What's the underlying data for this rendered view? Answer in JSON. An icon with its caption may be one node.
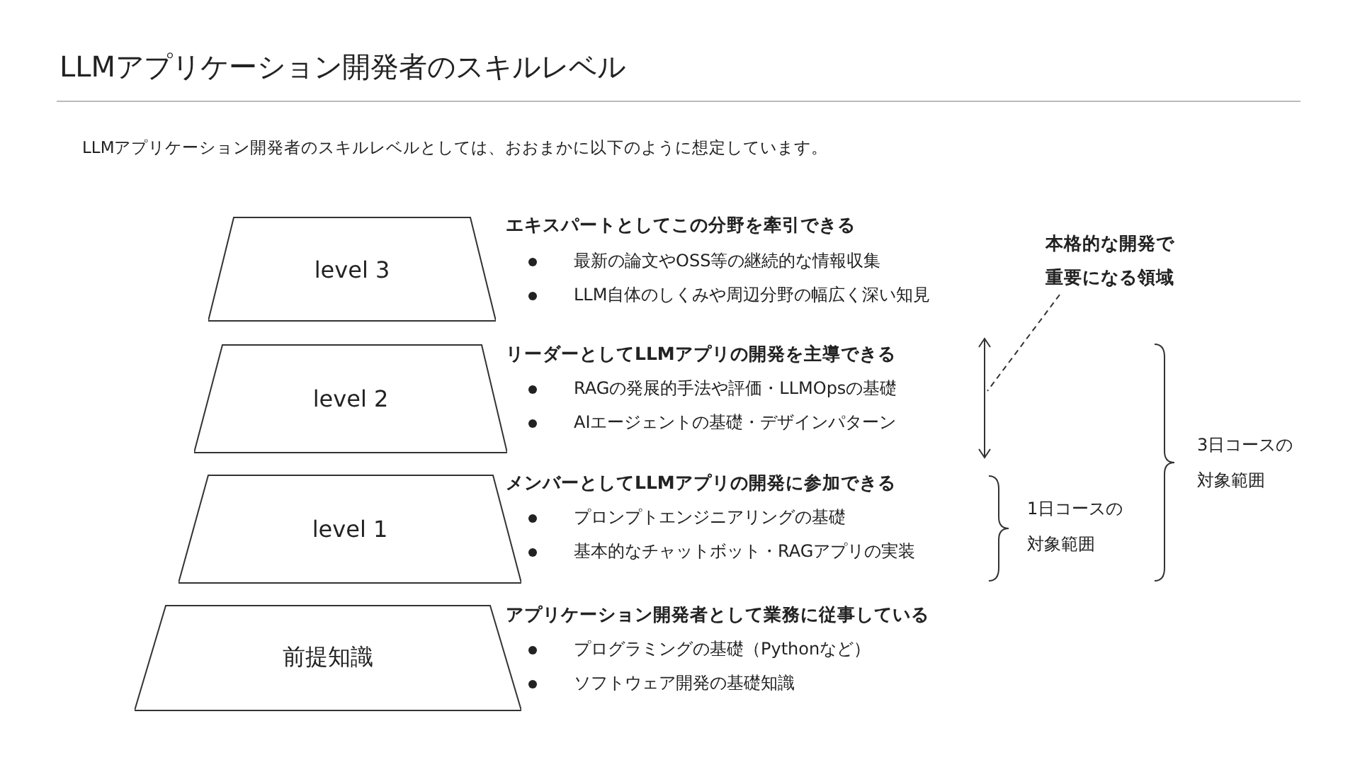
{
  "diagram": {
    "title": "LLMアプリケーション開発者のスキルレベル",
    "nodes": [
      {
        "text": [
          "level 3"
        ],
        "beside": [
          "エキスパートとしてこの分野を牽引できる",
          "最新の論文やOSS等の継続的な情報収集",
          "LLM自体のしくみや周辺分野の幅広く深い知見"
        ]
      },
      {
        "text": [
          "level 2"
        ],
        "beside": [
          "リーダーとしてLLMアプリの開発を主導できる",
          "RAGの発展的手法や評価・LLMOpsの基礎",
          "AIエージェントの基礎・デザインパターン"
        ]
      },
      {
        "text": [
          "level 1"
        ],
        "beside": [
          "メンバーとしてLLMアプリの開発に参加できる",
          "プロンプトエンジニアリングの基礎",
          "基本的なチャットボット・RAGアプリの実装"
        ]
      },
      {
        "text": [
          "前提知識"
        ],
        "beside": [
          "アプリケーション開発者として業務に従事している",
          "プログラミングの基礎（Pythonなど）",
          "ソフトウェア開発の基礎知識"
        ]
      },
      {
        "text": [
          "本格的な開発で重要になる領域"
        ]
      },
      {
        "text": [],
        "shape": "line"
      }
    ],
    "edges": [
      {
        "from": 4,
        "to": 5,
        "arrow": "none",
        "style": "dashed"
      }
    ],
    "labels": [
      "LLMアプリケーション開発者のスキルレベルとしては、おおまかに以下のように想定しています。",
      "1日コースの対象範囲",
      "3日コースの対象範囲"
    ]
  }
}
